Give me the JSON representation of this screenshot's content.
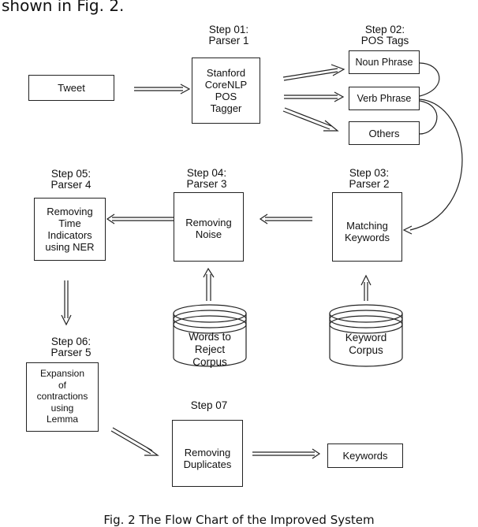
{
  "intro_text": "shown in Fig. 2.",
  "caption": "Fig. 2 The Flow Chart of the Improved System",
  "nodes": {
    "tweet": "Tweet",
    "tagger": "Stanford\nCoreNLP\nPOS\nTagger",
    "noun_phrase": "Noun Phrase",
    "verb_phrase": "Verb Phrase",
    "others": "Others",
    "matching_keywords": "Matching\nKeywords",
    "removing_noise": "Removing\nNoise",
    "removing_time": "Removing\nTime\nIndicators\nusing NER",
    "expansion": "Expansion\nof\ncontractions\nusing\nLemma",
    "removing_duplicates": "Removing\nDuplicates",
    "keywords": "Keywords",
    "words_to_reject": "Words to\nReject\nCorpus",
    "keyword_corpus": "Keyword\nCorpus"
  },
  "steps": {
    "s01": "Step 01:\nParser 1",
    "s02": "Step 02:\nPOS Tags",
    "s03": "Step 03:\nParser 2",
    "s04": "Step 04:\nParser 3",
    "s05": "Step 05:\nParser 4",
    "s06": "Step 06:\nParser 5",
    "s07": "Step 07"
  }
}
